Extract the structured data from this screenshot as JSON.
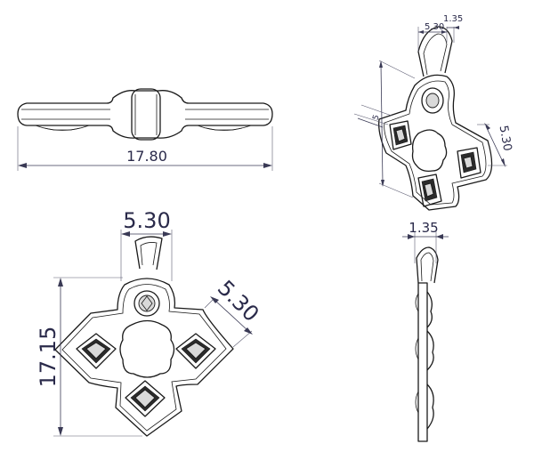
{
  "dimensions": {
    "top_width": "17.80",
    "front_bail_width": "5.30",
    "front_arm_width": "5.30",
    "front_height": "17.15",
    "iso_bail_width": "5.30",
    "iso_bail_thickness": "1.35",
    "iso_arm_width": "5.30",
    "iso_left": "5",
    "side_thickness": "1.35"
  }
}
